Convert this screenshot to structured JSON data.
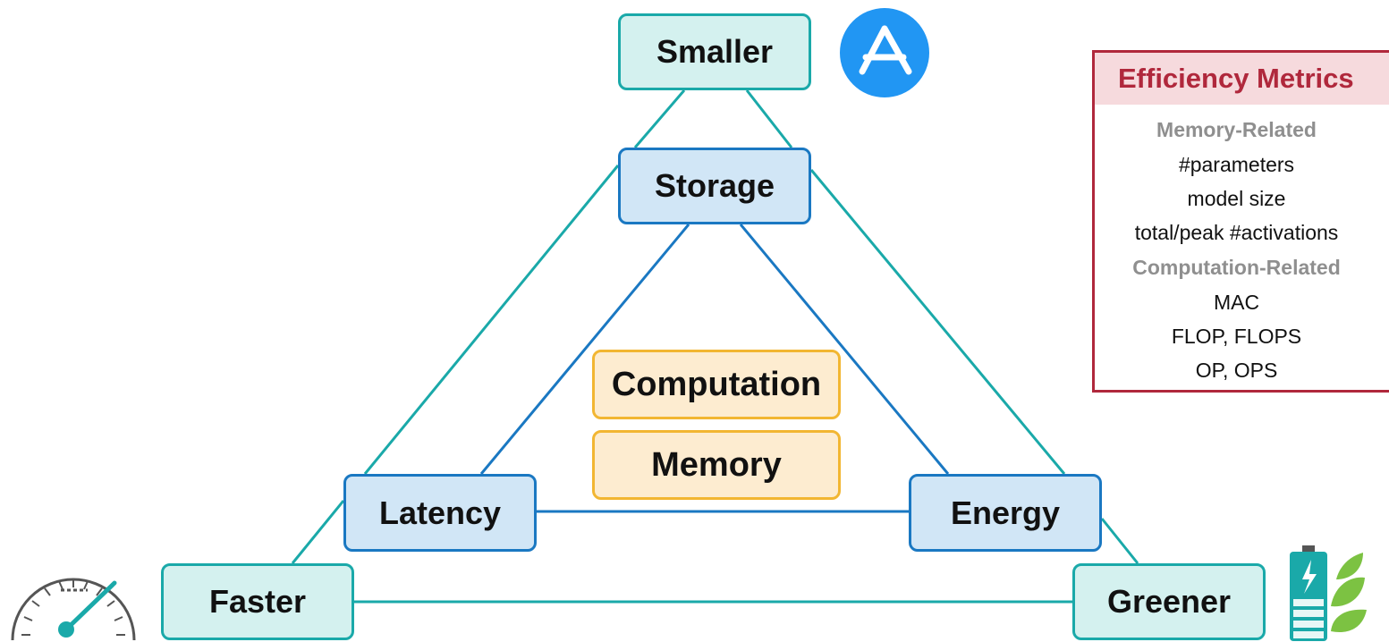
{
  "diagram": {
    "outer": {
      "top": "Smaller",
      "left": "Faster",
      "right": "Greener"
    },
    "inner": {
      "top": "Storage",
      "left": "Latency",
      "right": "Energy"
    },
    "core": [
      "Computation",
      "Memory"
    ]
  },
  "metrics": {
    "title": "Efficiency Metrics",
    "memory_heading": "Memory-Related",
    "memory_items": [
      "#parameters",
      "model size",
      "total/peak #activations"
    ],
    "computation_heading": "Computation-Related",
    "computation_items": [
      "MAC",
      "FLOP, FLOPS",
      "OP, OPS"
    ]
  },
  "colors": {
    "outer_line": "#1aa9a9",
    "inner_line": "#1a78c2",
    "core_border": "#f2b632",
    "metrics_accent": "#b0283c"
  },
  "icons": {
    "top": "app-store-icon",
    "left": "speedometer-icon",
    "right": "battery-leaf-icon"
  }
}
